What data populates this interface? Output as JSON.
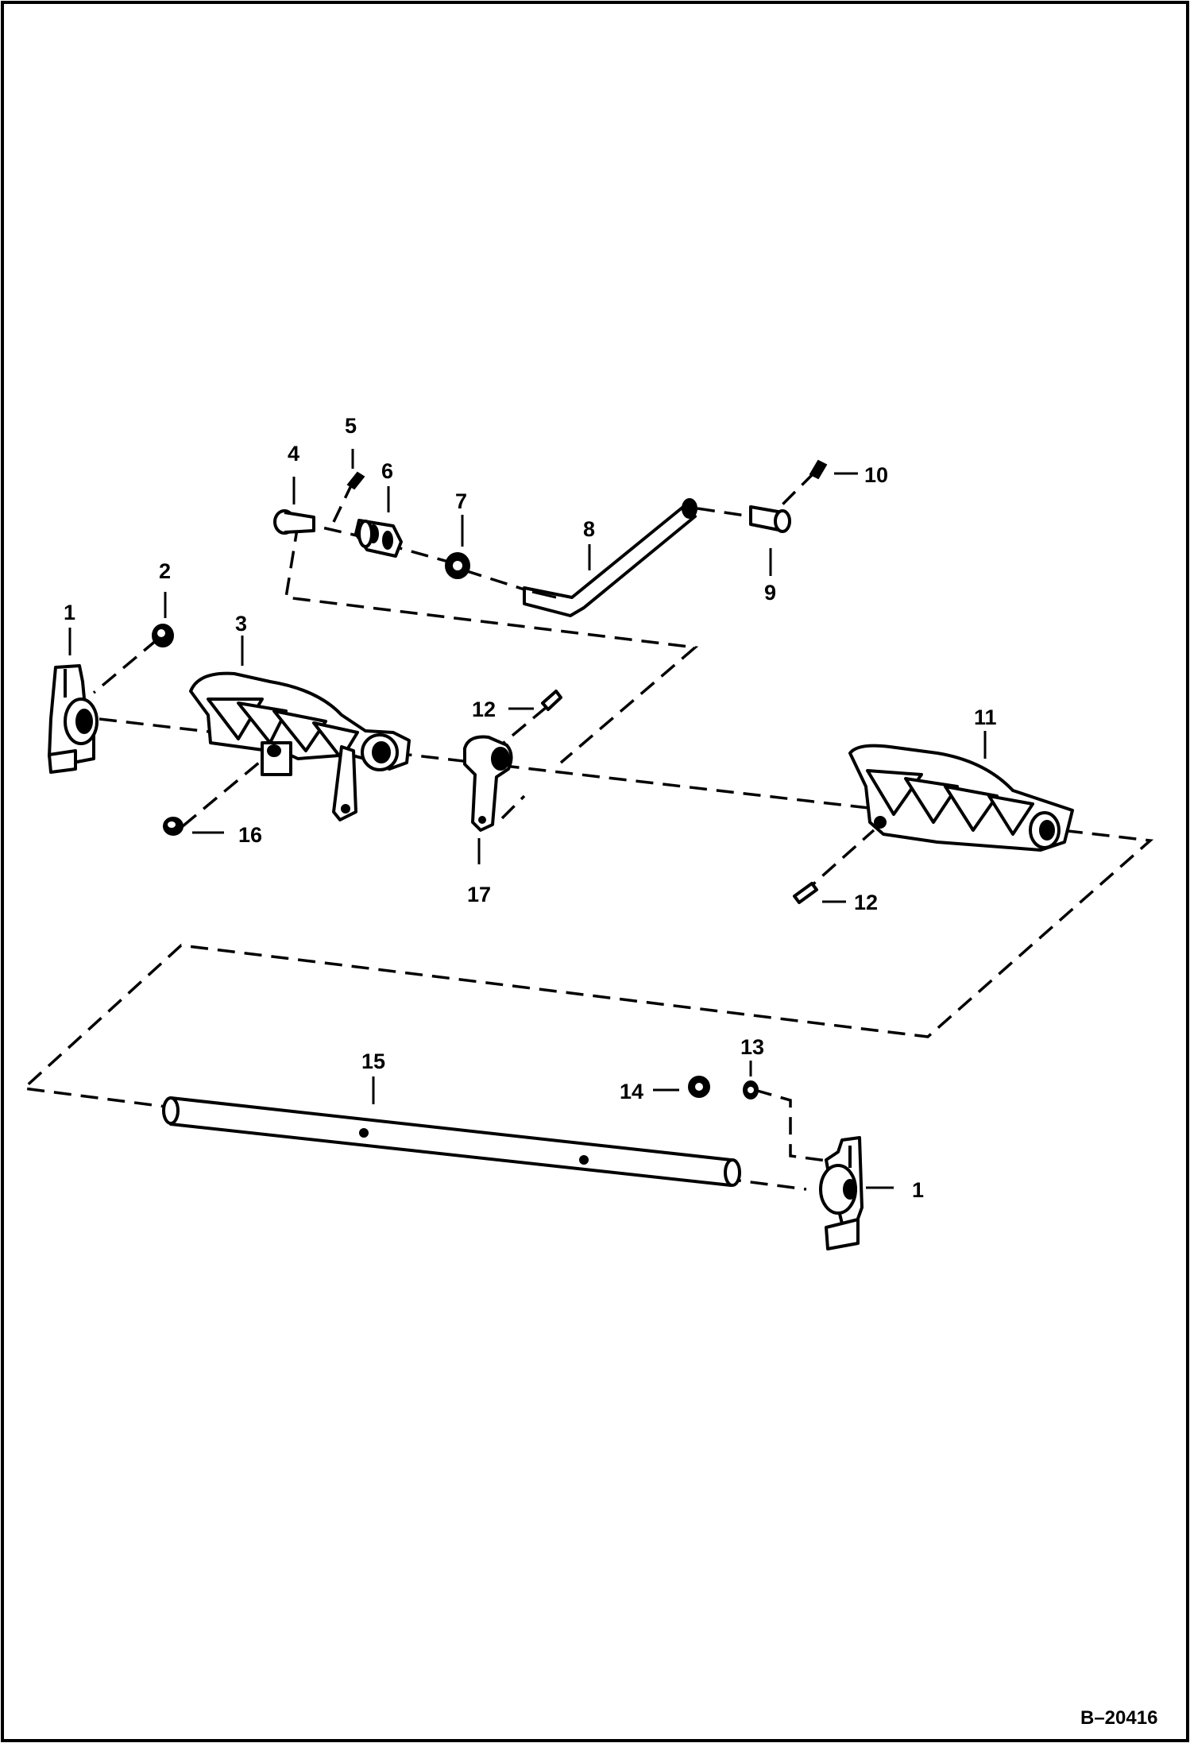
{
  "callouts": {
    "c1a": "1",
    "c1b": "1",
    "c2": "2",
    "c3": "3",
    "c4": "4",
    "c5": "5",
    "c6": "6",
    "c7": "7",
    "c8": "8",
    "c9": "9",
    "c10": "10",
    "c11": "11",
    "c12a": "12",
    "c12b": "12",
    "c13": "13",
    "c14": "14",
    "c15": "15",
    "c16": "16",
    "c17": "17"
  },
  "figure_ref": "B–20416"
}
